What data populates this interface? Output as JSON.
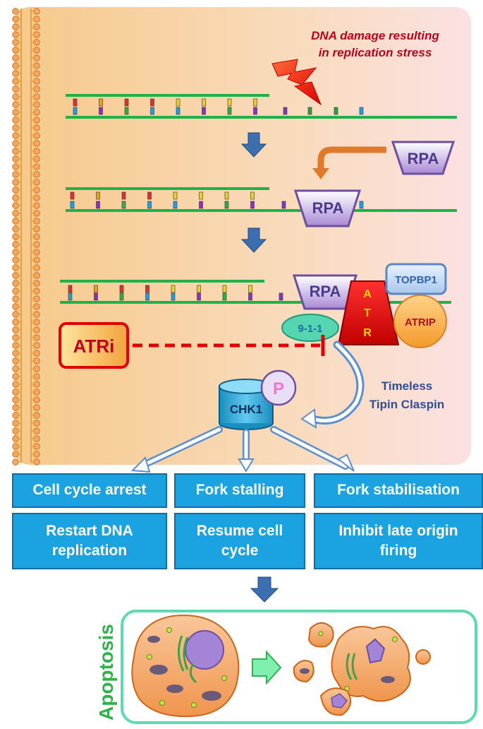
{
  "damage_caption_line1": "DNA damage resulting",
  "damage_caption_line2": "in replication stress",
  "rpa_label": "RPA",
  "topbp1_label": "TOPBP1",
  "atr_letters": [
    "A",
    "T",
    "R"
  ],
  "atrip_label": "ATRIP",
  "nine_one_one_label": "9-1-1",
  "atri_label": "ATRi",
  "chk1_label": "CHK1",
  "p_label": "P",
  "mediators_line1": "Timeless",
  "mediators_line2": "Tipin Claspin",
  "outcomes_row1": [
    "Cell cycle arrest",
    "Fork stalling",
    "Fork stabilisation"
  ],
  "outcomes_row2": [
    [
      "Restart DNA",
      "replication"
    ],
    [
      "Resume cell",
      "cycle"
    ],
    [
      "Inhibit late origin",
      "firing"
    ]
  ],
  "apoptosis_label": "Apoptosis",
  "colors": {
    "dna_strand": "#1db24a",
    "rpa_fill": "#b79ad8",
    "atr_fill": "#e00000",
    "atr_letters": "#ffd400",
    "outcome_box": "#1aa3e0",
    "arrow_blue": "#3b6fb0",
    "caption_red": "#c0001a",
    "atri_border": "#e00000",
    "apoptosis_green": "#2db34a"
  }
}
